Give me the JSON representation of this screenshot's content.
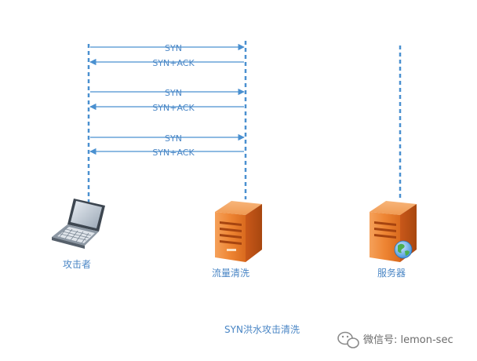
{
  "diagram": {
    "messages": [
      {
        "label": "SYN",
        "direction": "right"
      },
      {
        "label": "SYN+ACK",
        "direction": "left"
      },
      {
        "label": "SYN",
        "direction": "right"
      },
      {
        "label": "SYN+ACK",
        "direction": "left"
      },
      {
        "label": "SYN",
        "direction": "right"
      },
      {
        "label": "SYN+ACK",
        "direction": "left"
      }
    ],
    "nodes": [
      {
        "label": "攻击者",
        "icon": "laptop-icon"
      },
      {
        "label": "流量清洗",
        "icon": "server-icon"
      },
      {
        "label": "服务器",
        "icon": "web-server-icon"
      }
    ],
    "caption": "SYN洪水攻击清洗",
    "watermark": "微信号: lemon-sec",
    "colors": {
      "line": "#4a90d0",
      "text": "#4a86c5",
      "server_orange": "#e8782a",
      "server_dark": "#b94e10"
    }
  }
}
